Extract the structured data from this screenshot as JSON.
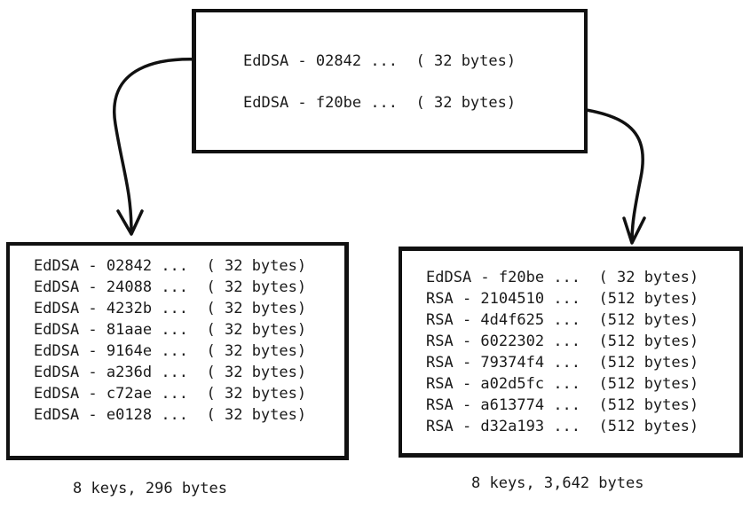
{
  "root": {
    "rows": [
      {
        "label": "EdDSA - 02842",
        "ellipsis": "...",
        "size": "( 32 bytes)"
      },
      {
        "label": "EdDSA - f20be",
        "ellipsis": "...",
        "size": "( 32 bytes)"
      }
    ]
  },
  "left": {
    "rows": [
      {
        "label": "EdDSA - 02842",
        "ellipsis": "...",
        "size": "( 32 bytes)"
      },
      {
        "label": "EdDSA - 24088",
        "ellipsis": "...",
        "size": "( 32 bytes)"
      },
      {
        "label": "EdDSA - 4232b",
        "ellipsis": "...",
        "size": "( 32 bytes)"
      },
      {
        "label": "EdDSA - 81aae",
        "ellipsis": "...",
        "size": "( 32 bytes)"
      },
      {
        "label": "EdDSA - 9164e",
        "ellipsis": "...",
        "size": "( 32 bytes)"
      },
      {
        "label": "EdDSA - a236d",
        "ellipsis": "...",
        "size": "( 32 bytes)"
      },
      {
        "label": "EdDSA - c72ae",
        "ellipsis": "...",
        "size": "( 32 bytes)"
      },
      {
        "label": "EdDSA - e0128",
        "ellipsis": "...",
        "size": "( 32 bytes)"
      }
    ],
    "caption": "8 keys, 296 bytes"
  },
  "right": {
    "rows": [
      {
        "label": "EdDSA - f20be",
        "ellipsis": "...",
        "size": "( 32 bytes)"
      },
      {
        "label": "RSA - 2104510",
        "ellipsis": "...",
        "size": "(512 bytes)"
      },
      {
        "label": "RSA - 4d4f625",
        "ellipsis": "...",
        "size": "(512 bytes)"
      },
      {
        "label": "RSA - 6022302",
        "ellipsis": "...",
        "size": "(512 bytes)"
      },
      {
        "label": "RSA - 79374f4",
        "ellipsis": "...",
        "size": "(512 bytes)"
      },
      {
        "label": "RSA - a02d5fc",
        "ellipsis": "...",
        "size": "(512 bytes)"
      },
      {
        "label": "RSA - a613774",
        "ellipsis": "...",
        "size": "(512 bytes)"
      },
      {
        "label": "RSA - d32a193",
        "ellipsis": "...",
        "size": "(512 bytes)"
      }
    ],
    "caption": "8 keys, 3,642 bytes"
  }
}
